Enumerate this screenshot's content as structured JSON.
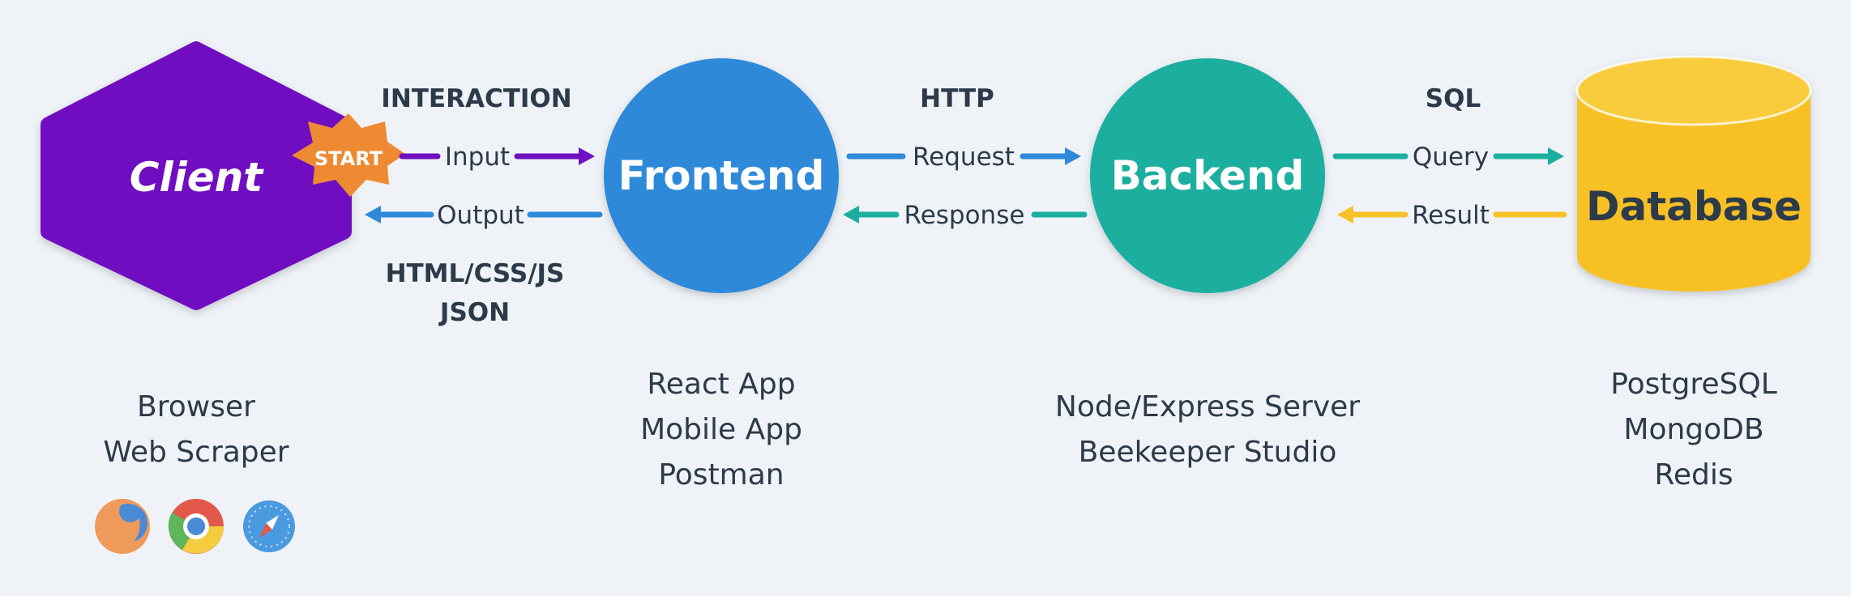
{
  "nodes": {
    "client": {
      "label": "Client",
      "color": "#7010c0"
    },
    "frontend": {
      "label": "Frontend",
      "color": "#2e89d9"
    },
    "backend": {
      "label": "Backend",
      "color": "#1cae9f"
    },
    "database": {
      "label": "Database",
      "color": "#f7c128",
      "top_color": "#f9cc3c"
    }
  },
  "start_badge": {
    "label": "START",
    "color": "#ee8a32"
  },
  "protocols": {
    "client_frontend_top": "INTERACTION",
    "client_frontend_bottom_1": "HTML/CSS/JS",
    "client_frontend_bottom_2": "JSON",
    "frontend_backend": "HTTP",
    "backend_database": "SQL"
  },
  "edges": {
    "input": "Input",
    "output": "Output",
    "request": "Request",
    "response": "Response",
    "query": "Query",
    "result": "Result"
  },
  "captions": {
    "client": [
      "Browser",
      "Web Scraper"
    ],
    "frontend": [
      "React App",
      "Mobile App",
      "Postman"
    ],
    "backend": [
      "Node/Express Server",
      "Beekeeper Studio"
    ],
    "database": [
      "PostgreSQL",
      "MongoDB",
      "Redis"
    ]
  },
  "browser_icons": [
    "firefox-icon",
    "chrome-icon",
    "safari-icon"
  ]
}
